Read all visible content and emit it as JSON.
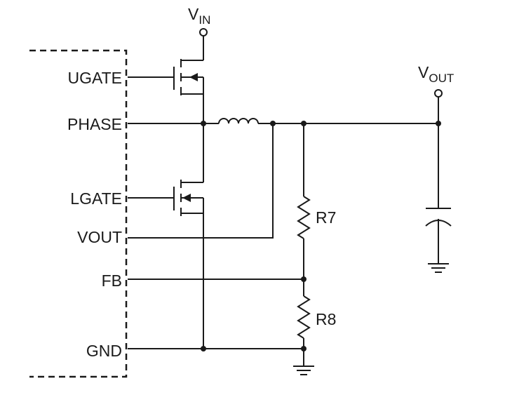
{
  "pins": {
    "ugate": "UGATE",
    "phase": "PHASE",
    "lgate": "LGATE",
    "vout": "VOUT",
    "fb": "FB",
    "gnd": "GND"
  },
  "nodes": {
    "vin": {
      "main": "V",
      "sub": "IN"
    },
    "vout": {
      "main": "V",
      "sub": "OUT"
    }
  },
  "components": {
    "r7": "R7",
    "r8": "R8"
  }
}
